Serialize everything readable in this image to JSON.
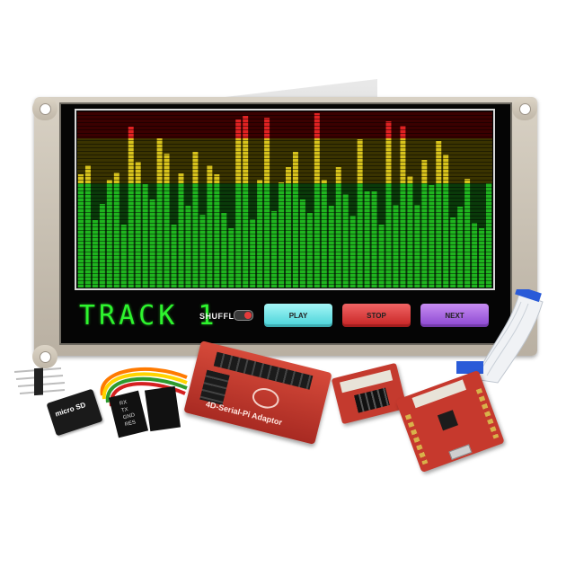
{
  "display": {
    "track_title": "TRACK 1",
    "shuffle_label": "SHUFFLE",
    "buttons": {
      "play": "PLAY",
      "stop": "STOP",
      "next": "NEXT"
    },
    "equalizer_colors": {
      "low": "#1fb51f",
      "mid": "#d7c21c",
      "high": "#e02222"
    }
  },
  "accessories": {
    "adaptor_label": "4D-Serial-Pi Adaptor",
    "sd_card_label": "micro SD",
    "connector_pins": [
      "RX",
      "TX",
      "GND",
      "RES"
    ]
  }
}
